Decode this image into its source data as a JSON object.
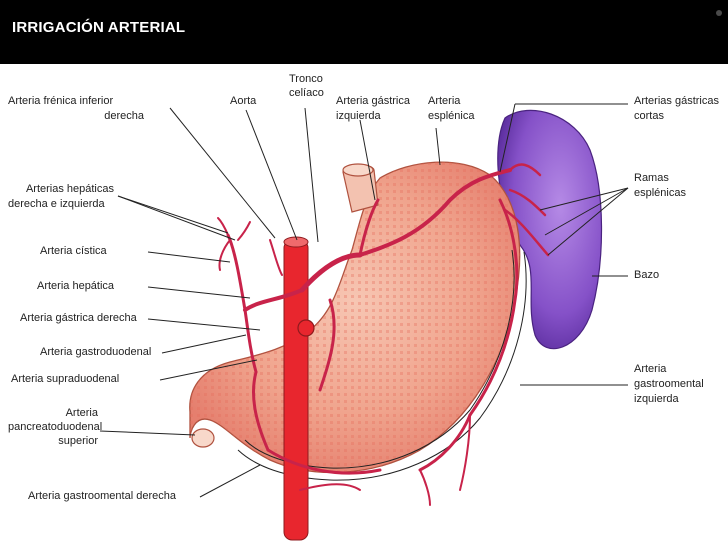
{
  "slide": {
    "title": "IRRIGACIÓN ARTERIAL"
  },
  "labels": {
    "frenica_1": "Arteria frénica inferior",
    "frenica_2": "derecha",
    "hepaticas_1": "Arterias hepáticas",
    "hepaticas_2": "derecha e izquierda",
    "cistica": "Arteria cística",
    "hepatica": "Arteria hepática",
    "gastrica_der": "Arteria gástrica derecha",
    "gastroduodenal": "Arteria gastroduodenal",
    "supraduodenal": "Arteria supraduodenal",
    "pancreato_1": "Arteria",
    "pancreato_2": "pancreatoduodenal",
    "pancreato_3": "superior",
    "gastroomental_der": "Arteria gastroomental derecha",
    "aorta": "Aorta",
    "tronco_1": "Tronco",
    "tronco_2": "celíaco",
    "gastrica_izq_1": "Arteria gástrica",
    "gastrica_izq_2": "izquierda",
    "esplenica_1": "Arteria",
    "esplenica_2": "esplénica",
    "gastricas_cortas_1": "Arterias gástricas",
    "gastricas_cortas_2": "cortas",
    "ramas_1": "Ramas",
    "ramas_2": "esplénicas",
    "bazo": "Bazo",
    "gastroomental_izq_1": "Arteria",
    "gastroomental_izq_2": "gastroomental",
    "gastroomental_izq_3": "izquierda"
  },
  "colors": {
    "title_bar": "#000000",
    "artery": "#c8234a",
    "aorta": "#e8262e",
    "stomach": "#f2b6a0",
    "spleen": "#8a4fc9"
  }
}
